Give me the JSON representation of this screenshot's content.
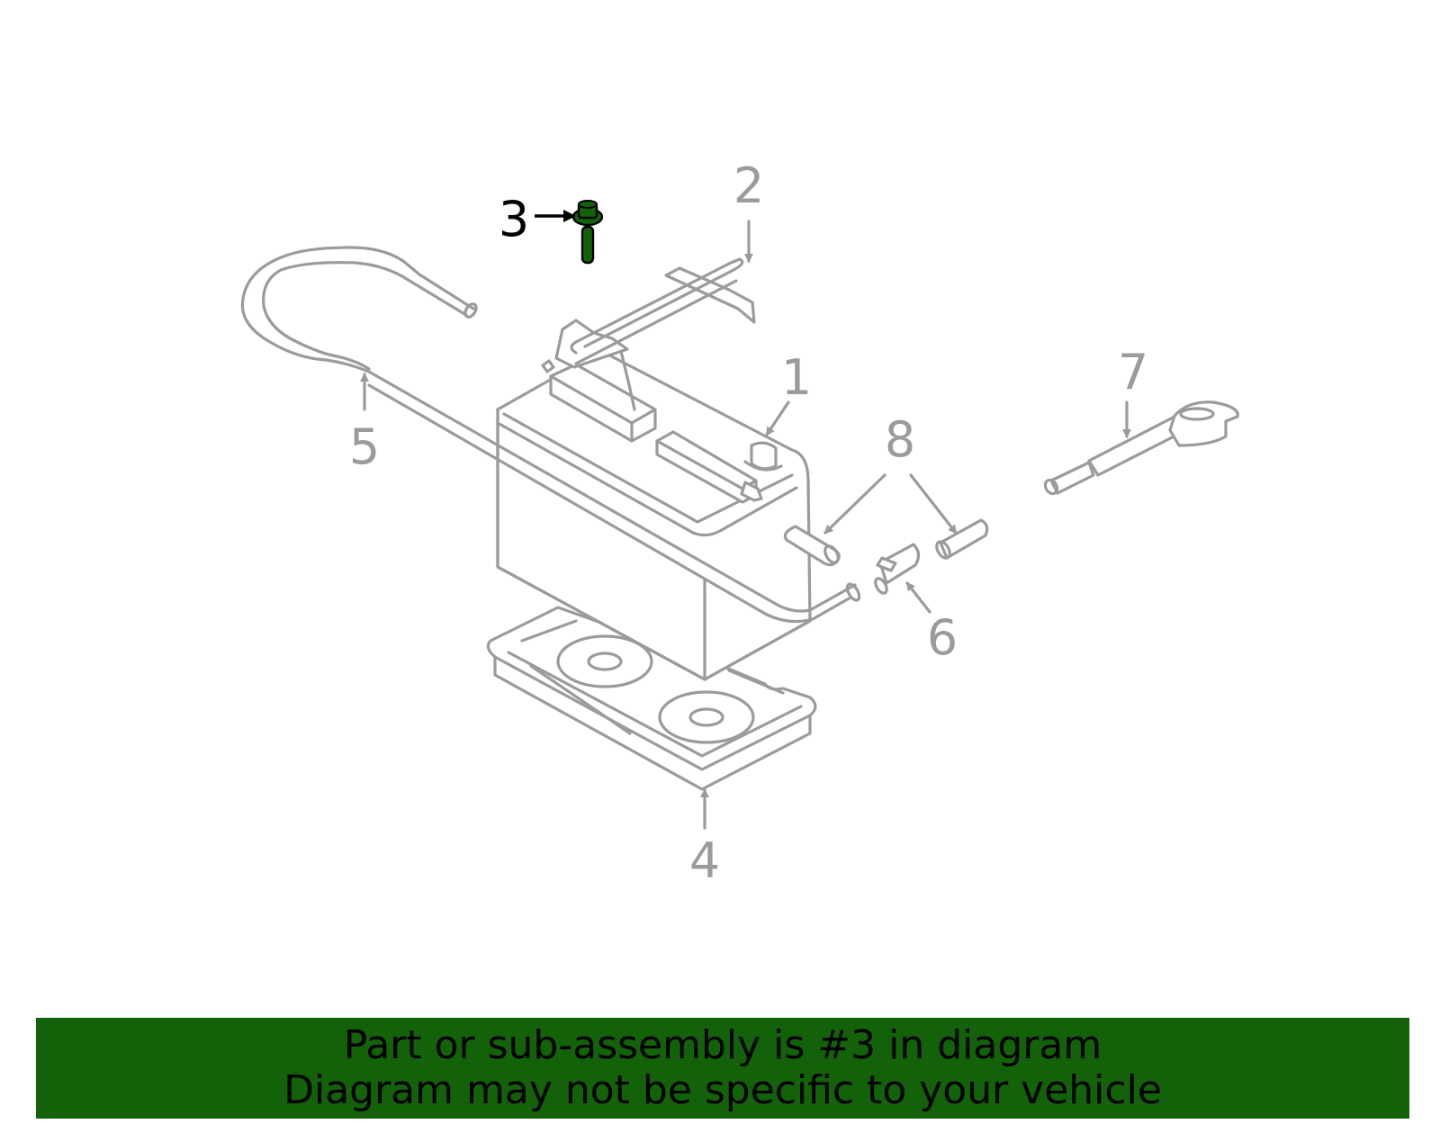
{
  "diagram": {
    "callouts": {
      "c1": "1",
      "c2": "2",
      "c3": "3",
      "c4": "4",
      "c5": "5",
      "c6": "6",
      "c7": "7",
      "c8": "8"
    },
    "highlight_part": "3",
    "colors": {
      "line": "#9b9b9b",
      "highlight": "#136209",
      "highlight_label": "#000000"
    }
  },
  "banner": {
    "line1": "Part or sub-assembly is #3 in diagram",
    "line2": "Diagram may not be specific to your vehicle",
    "background": "#136209"
  }
}
